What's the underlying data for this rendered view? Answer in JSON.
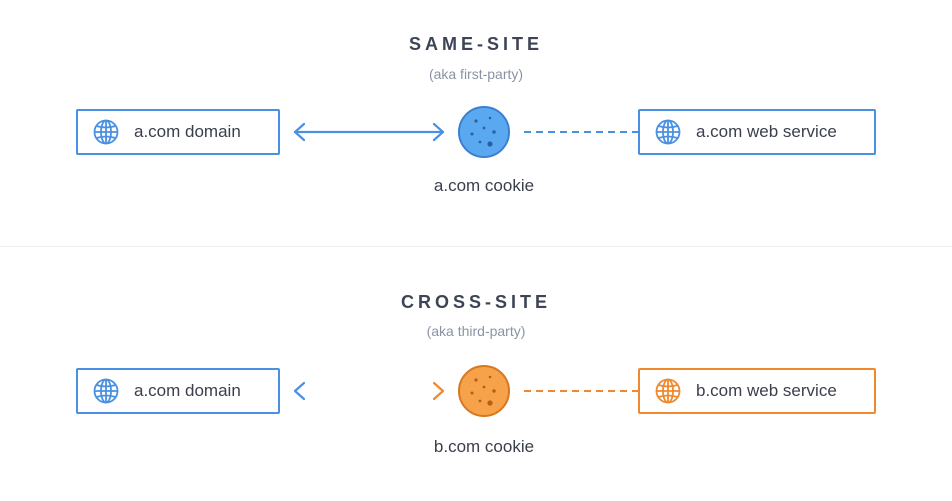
{
  "same_site": {
    "title": "SAME-SITE",
    "subtitle": "(aka first-party)",
    "left_box": "a.com domain",
    "right_box": "a.com web service",
    "cookie_label": "a.com cookie",
    "icons": {
      "left": "globe-icon",
      "right": "globe-icon",
      "cookie": "cookie-icon"
    },
    "colors": {
      "box": "#4a90e2",
      "cookie": "#5aa9f0",
      "arrow": "#4a90e2",
      "dashes": "#4a90e2"
    }
  },
  "cross_site": {
    "title": "CROSS-SITE",
    "subtitle": "(aka third-party)",
    "left_box": "a.com domain",
    "right_box": "b.com web service",
    "cookie_label": "b.com cookie",
    "icons": {
      "left": "globe-icon",
      "right": "globe-icon",
      "cookie": "cookie-icon"
    },
    "colors": {
      "left_box": "#4a90e2",
      "right_box": "#f0892e",
      "cookie": "#f5a24a",
      "arrow_start": "#4a90e2",
      "arrow_end": "#f0892e",
      "dashes": "#f0892e"
    }
  }
}
